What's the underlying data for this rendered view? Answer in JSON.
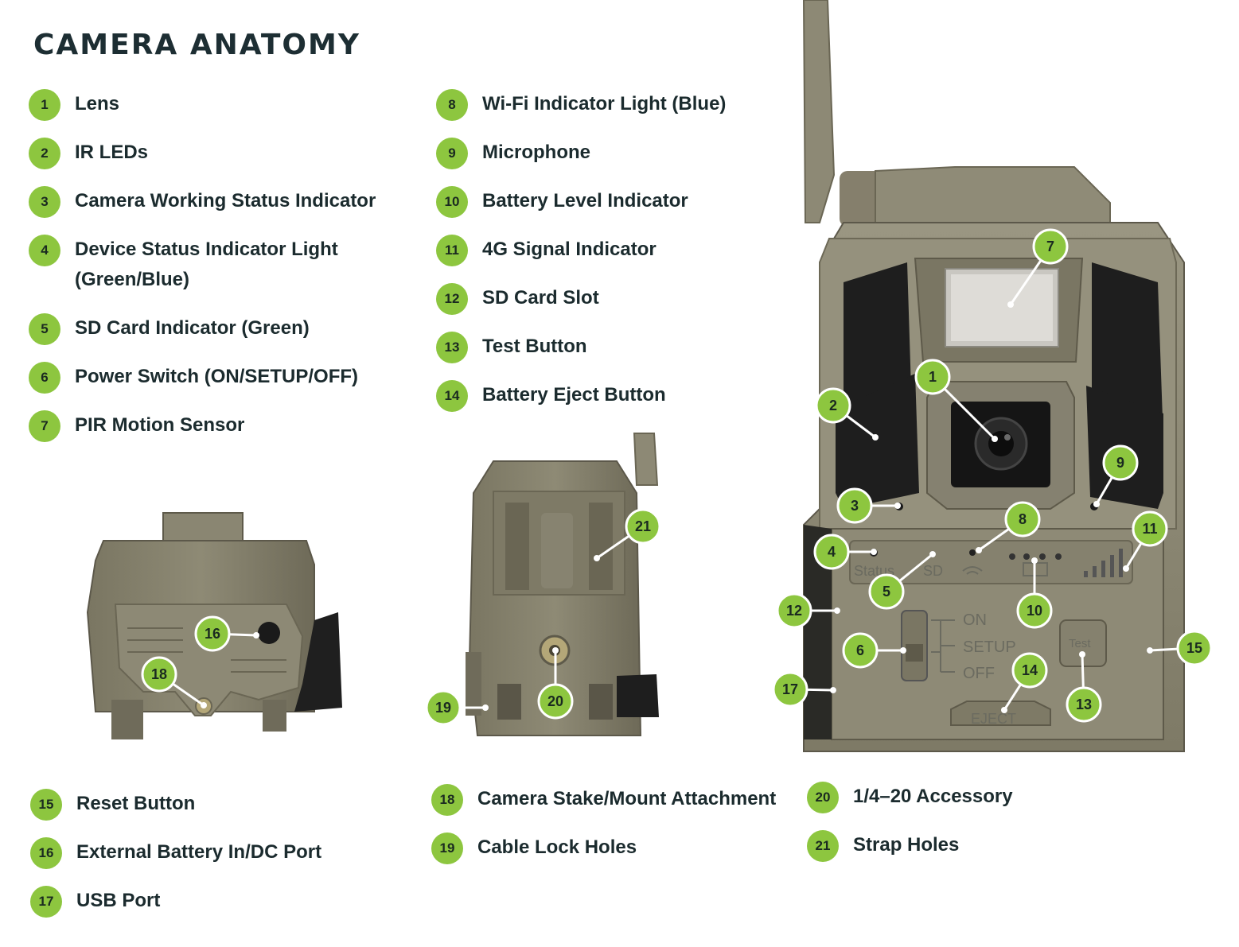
{
  "title": "CAMERA ANATOMY",
  "legend": [
    {
      "num": "1",
      "label": "Lens"
    },
    {
      "num": "2",
      "label": "IR LEDs"
    },
    {
      "num": "3",
      "label": "Camera Working Status Indicator"
    },
    {
      "num": "4",
      "label": "Device Status Indicator Light (Green/Blue)"
    },
    {
      "num": "5",
      "label": "SD Card Indicator (Green)"
    },
    {
      "num": "6",
      "label": "Power Switch (ON/SETUP/OFF)"
    },
    {
      "num": "7",
      "label": "PIR Motion Sensor"
    },
    {
      "num": "8",
      "label": "Wi-Fi Indicator Light (Blue)"
    },
    {
      "num": "9",
      "label": "Microphone"
    },
    {
      "num": "10",
      "label": "Battery Level Indicator"
    },
    {
      "num": "11",
      "label": "4G Signal Indicator"
    },
    {
      "num": "12",
      "label": "SD Card Slot"
    },
    {
      "num": "13",
      "label": "Test Button"
    },
    {
      "num": "14",
      "label": "Battery Eject Button"
    },
    {
      "num": "15",
      "label": "Reset Button"
    },
    {
      "num": "16",
      "label": "External Battery In/DC Port"
    },
    {
      "num": "17",
      "label": "USB Port"
    },
    {
      "num": "18",
      "label": "Camera Stake/Mount Attachment"
    },
    {
      "num": "19",
      "label": "Cable Lock Holes"
    },
    {
      "num": "20",
      "label": "1/4–20 Accessory"
    },
    {
      "num": "21",
      "label": "Strap Holes"
    }
  ],
  "camera_panel": {
    "status": "Status",
    "sd": "SD",
    "on": "ON",
    "setup": "SETUP",
    "off": "OFF",
    "test": "Test",
    "eject": "EJECT"
  },
  "colors": {
    "badge": "#8dc63f",
    "body": "#8a8672",
    "dark": "#1e1e1e"
  }
}
